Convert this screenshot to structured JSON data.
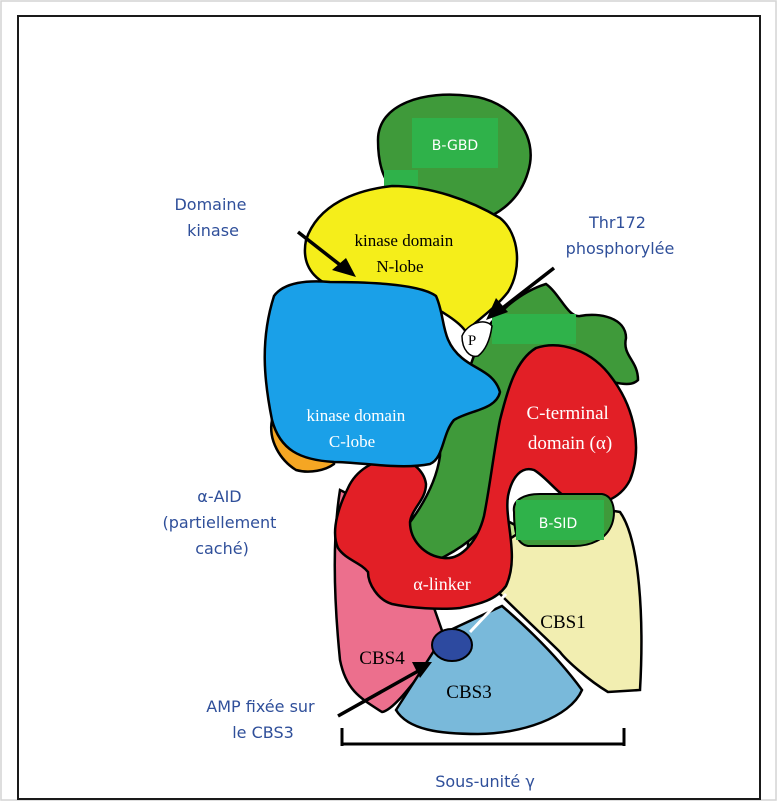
{
  "annotations": {
    "kinase_domain": [
      "Domaine",
      "kinase"
    ],
    "thr172": [
      "Thr172",
      "phosphorylée"
    ],
    "aid": [
      "α-AID",
      "(partiellement",
      "caché)"
    ],
    "amp": [
      "AMP fixée sur",
      "le CBS3"
    ],
    "gamma_subunit": "Sous-unité γ"
  },
  "regions": {
    "b_gbd": "B-GBD",
    "n_lobe": [
      "kinase domain",
      "N-lobe"
    ],
    "c_lobe": [
      "kinase domain",
      "C-lobe"
    ],
    "c_terminal": [
      "C-terminal",
      "domain (α)"
    ],
    "b_sid": "B-SID",
    "phospho": "P",
    "alpha_linker": "α-linker",
    "cbs1": "CBS1",
    "cbs3": "CBS3",
    "cbs4": "CBS4"
  },
  "colors": {
    "green_dark": "#3f9a3a",
    "green_light": "#2fb24a",
    "yellow": "#f5ee1a",
    "blue": "#1aa0e8",
    "orange": "#f5a623",
    "red": "#e21f26",
    "cbs1": "#f2eeb1",
    "cbs3": "#79b9da",
    "cbs4": "#ec6f8d",
    "amp": "#2d4aa0",
    "label_blue": "#2f4f9a"
  }
}
